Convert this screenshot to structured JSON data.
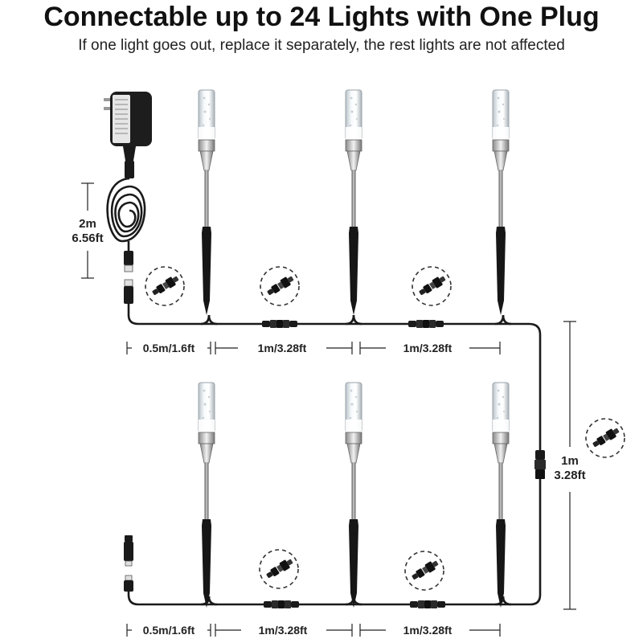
{
  "header": {
    "title": "Connectable up to 24 Lights with One Plug",
    "subtitle": "If one light goes out, replace it separately, the rest lights are not affected"
  },
  "dimensions": {
    "power_cord_line1": "2m",
    "power_cord_line2": "6.56ft",
    "top_first_spacing": "0.5m/1.6ft",
    "top_second_spacing": "1m/3.28ft",
    "top_third_spacing": "1m/3.28ft",
    "riser_line1": "1m",
    "riser_line2": "3.28ft",
    "bottom_first_spacing": "0.5m/1.6ft",
    "bottom_second_spacing": "1m/3.28ft",
    "bottom_third_spacing": "1m/3.28ft"
  },
  "colors": {
    "cable": "#1a1a1a",
    "stake": "#8c8c8c",
    "tube": "#e9eef2",
    "text": "#222222"
  },
  "icons": {
    "connector_detail": "connector-detail-icon",
    "power_adapter": "power-adapter-icon",
    "light_stake": "light-stake-icon"
  }
}
